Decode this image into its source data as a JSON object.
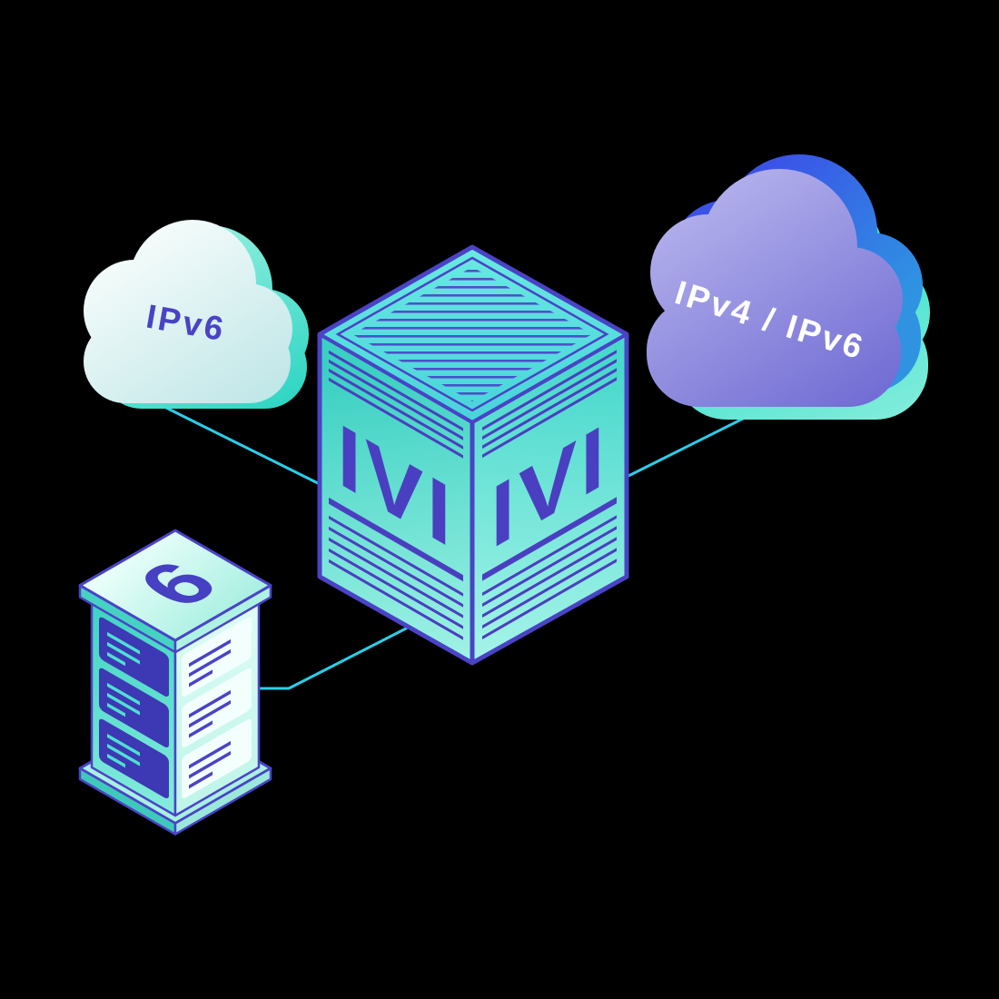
{
  "scene": {
    "background_color": "#000000",
    "connector_color": "#2ccde8",
    "edge_color": "#4a43c6"
  },
  "left_cloud": {
    "label": "IPv6",
    "label_color": "#4a43c6",
    "fill_top": "#f8fdfc",
    "fill_bottom": "#c6e9e9",
    "accent_color": "#2bd8c2"
  },
  "right_cloud": {
    "label": "IPv4 / IPv6",
    "label_color": "#ffffff",
    "fill_top": "#b6b3ed",
    "fill_bottom": "#6f6bd3",
    "accent_blue": "#3a53e6",
    "accent_teal": "#2fe0ca"
  },
  "translator_cube": {
    "left_face_label": "IVI",
    "right_face_label": "IVI",
    "label_color": "#4a3fc0",
    "face_teal_dark": "#3ad0c2",
    "face_teal_light": "#9ff2e4"
  },
  "server": {
    "top_label": "6",
    "label_color": "#4640c2",
    "slot_color": "#3d38b4"
  }
}
